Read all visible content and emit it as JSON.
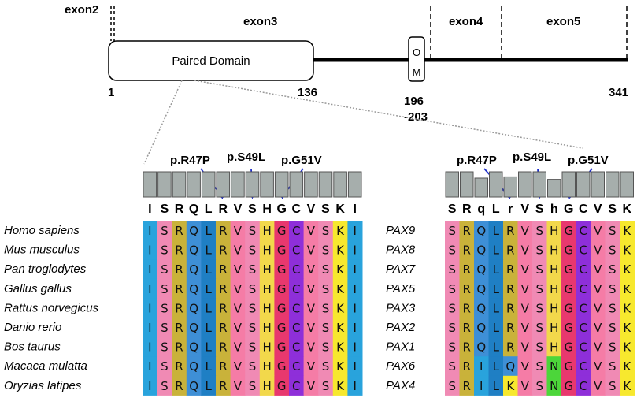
{
  "gene_map": {
    "exons": [
      "exon2",
      "exon3",
      "exon4",
      "exon5"
    ],
    "domain_label": "Paired Domain",
    "om_letters": [
      "O",
      "M"
    ],
    "positions": {
      "start": "1",
      "domain_end": "136",
      "om_start": "196",
      "om_end": "-203",
      "end": "341"
    }
  },
  "left_panel": {
    "mutations": [
      "p.R47P",
      "p.S49L",
      "p.G51V"
    ],
    "consensus": [
      "I",
      "S",
      "R",
      "Q",
      "L",
      "R",
      "V",
      "S",
      "H",
      "G",
      "C",
      "V",
      "S",
      "K",
      "I"
    ],
    "conservation": [
      1,
      1,
      1,
      1,
      1,
      1,
      1,
      1,
      1,
      1,
      1,
      1,
      1,
      1,
      1
    ],
    "rows": [
      {
        "species": "Homo sapiens",
        "seq": [
          "I",
          "S",
          "R",
          "Q",
          "L",
          "R",
          "V",
          "S",
          "H",
          "G",
          "C",
          "V",
          "S",
          "K",
          "I"
        ]
      },
      {
        "species": "Mus musculus",
        "seq": [
          "I",
          "S",
          "R",
          "Q",
          "L",
          "R",
          "V",
          "S",
          "H",
          "G",
          "C",
          "V",
          "S",
          "K",
          "I"
        ]
      },
      {
        "species": "Pan troglodytes",
        "seq": [
          "I",
          "S",
          "R",
          "Q",
          "L",
          "R",
          "V",
          "S",
          "H",
          "G",
          "C",
          "V",
          "S",
          "K",
          "I"
        ]
      },
      {
        "species": "Gallus gallus",
        "seq": [
          "I",
          "S",
          "R",
          "Q",
          "L",
          "R",
          "V",
          "S",
          "H",
          "G",
          "C",
          "V",
          "S",
          "K",
          "I"
        ]
      },
      {
        "species": "Rattus norvegicus",
        "seq": [
          "I",
          "S",
          "R",
          "Q",
          "L",
          "R",
          "V",
          "S",
          "H",
          "G",
          "C",
          "V",
          "S",
          "K",
          "I"
        ]
      },
      {
        "species": "Danio rerio",
        "seq": [
          "I",
          "S",
          "R",
          "Q",
          "L",
          "R",
          "V",
          "S",
          "H",
          "G",
          "C",
          "V",
          "S",
          "K",
          "I"
        ]
      },
      {
        "species": "Bos taurus",
        "seq": [
          "I",
          "S",
          "R",
          "Q",
          "L",
          "R",
          "V",
          "S",
          "H",
          "G",
          "C",
          "V",
          "S",
          "K",
          "I"
        ]
      },
      {
        "species": "Macaca mulatta",
        "seq": [
          "I",
          "S",
          "R",
          "Q",
          "L",
          "R",
          "V",
          "S",
          "H",
          "G",
          "C",
          "V",
          "S",
          "K",
          "I"
        ]
      },
      {
        "species": "Oryzias latipes",
        "seq": [
          "I",
          "S",
          "R",
          "Q",
          "L",
          "R",
          "V",
          "S",
          "H",
          "G",
          "C",
          "V",
          "S",
          "K",
          "I"
        ]
      }
    ]
  },
  "right_panel": {
    "mutations": [
      "p.R47P",
      "p.S49L",
      "p.G51V"
    ],
    "consensus": [
      "S",
      "R",
      "q",
      "L",
      "r",
      "V",
      "S",
      "h",
      "G",
      "C",
      "V",
      "S",
      "K"
    ],
    "conservation": [
      1,
      1,
      0.75,
      1,
      0.8,
      1,
      1,
      0.7,
      1,
      1,
      1,
      1,
      1
    ],
    "rows": [
      {
        "name": "PAX9",
        "seq": [
          "S",
          "R",
          "Q",
          "L",
          "R",
          "V",
          "S",
          "H",
          "G",
          "C",
          "V",
          "S",
          "K"
        ]
      },
      {
        "name": "PAX8",
        "seq": [
          "S",
          "R",
          "Q",
          "L",
          "R",
          "V",
          "S",
          "H",
          "G",
          "C",
          "V",
          "S",
          "K"
        ]
      },
      {
        "name": "PAX7",
        "seq": [
          "S",
          "R",
          "Q",
          "L",
          "R",
          "V",
          "S",
          "H",
          "G",
          "C",
          "V",
          "S",
          "K"
        ]
      },
      {
        "name": "PAX5",
        "seq": [
          "S",
          "R",
          "Q",
          "L",
          "R",
          "V",
          "S",
          "H",
          "G",
          "C",
          "V",
          "S",
          "K"
        ]
      },
      {
        "name": "PAX3",
        "seq": [
          "S",
          "R",
          "Q",
          "L",
          "R",
          "V",
          "S",
          "H",
          "G",
          "C",
          "V",
          "S",
          "K"
        ]
      },
      {
        "name": "PAX2",
        "seq": [
          "S",
          "R",
          "Q",
          "L",
          "R",
          "V",
          "S",
          "H",
          "G",
          "C",
          "V",
          "S",
          "K"
        ]
      },
      {
        "name": "PAX1",
        "seq": [
          "S",
          "R",
          "Q",
          "L",
          "R",
          "V",
          "S",
          "H",
          "G",
          "C",
          "V",
          "S",
          "K"
        ]
      },
      {
        "name": "PAX6",
        "seq": [
          "S",
          "R",
          "I",
          "L",
          "Q",
          "V",
          "S",
          "N",
          "G",
          "C",
          "V",
          "S",
          "K"
        ]
      },
      {
        "name": "PAX4",
        "seq": [
          "S",
          "R",
          "I",
          "L",
          "K",
          "V",
          "S",
          "N",
          "G",
          "C",
          "V",
          "S",
          "K"
        ]
      }
    ]
  },
  "colors": {
    "I": "#29a3dc",
    "S": "#f08ab4",
    "R": "#c9b23a",
    "Q": "#3e8fd6",
    "L": "#1f7fc4",
    "V": "#f57ca6",
    "H": "#f2d84b",
    "G": "#e8386e",
    "C": "#8e2fd9",
    "K": "#f7e82e",
    "N": "#4cd63a",
    "bar": "#a6aeac",
    "arrow": "#1f2fc9"
  }
}
